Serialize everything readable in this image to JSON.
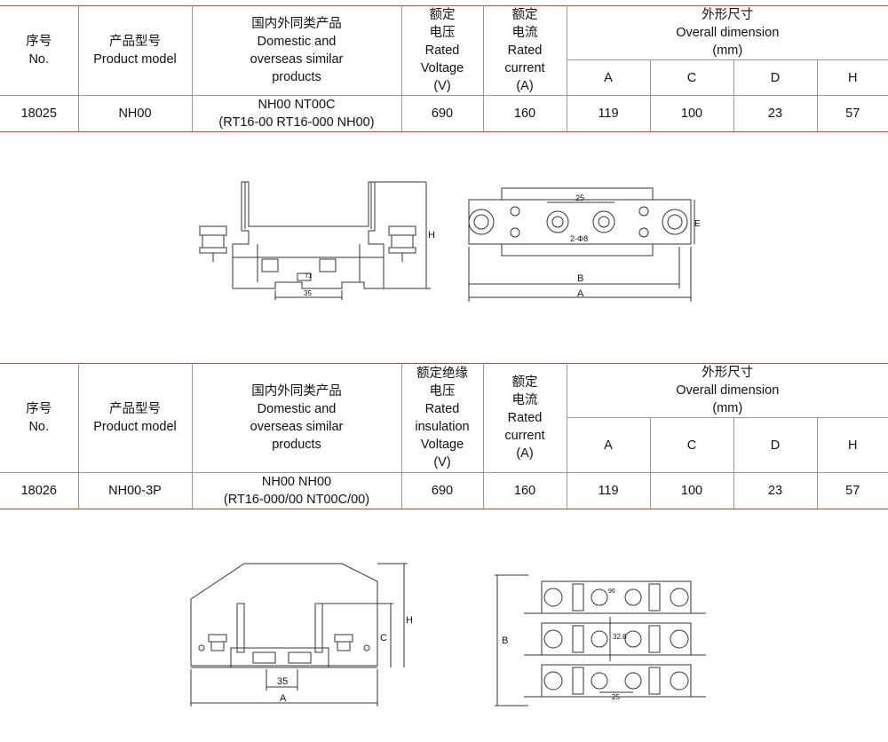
{
  "colors": {
    "rule": "#d1403a",
    "grid": "#9a9a9a",
    "line": "#333333"
  },
  "table1": {
    "headers": {
      "no": [
        "序号",
        "No."
      ],
      "model": [
        "产品型号",
        "Product model"
      ],
      "similar": [
        "国内外同类产品",
        "Domestic and",
        "overseas similar",
        "products"
      ],
      "voltage": [
        "额定",
        "电压",
        "Rated",
        "Voltage",
        "(V)"
      ],
      "current": [
        "额定",
        "电流",
        "Rated",
        "current",
        "(A)"
      ],
      "dimension": [
        "外形尺寸",
        "Overall dimension",
        "(mm)"
      ],
      "dims": [
        "A",
        "C",
        "D",
        "H"
      ]
    },
    "row": {
      "no": "18025",
      "model": "NH00",
      "similar": [
        "NH00 NT00C",
        "(RT16-00 RT16-000 NH00)"
      ],
      "voltage": "690",
      "current": "160",
      "a": "119",
      "c": "100",
      "d": "23",
      "h": "57"
    }
  },
  "table2": {
    "headers": {
      "no": [
        "序号",
        "No."
      ],
      "model": [
        "产品型号",
        "Product model"
      ],
      "similar": [
        "国内外同类产品",
        "Domestic and",
        "overseas similar",
        "products"
      ],
      "voltage": [
        "额定绝缘",
        "电压",
        "Rated",
        "insulation",
        "Voltage",
        "(V)"
      ],
      "current": [
        "额定",
        "电流",
        "Rated",
        "current",
        "(A)"
      ],
      "dimension": [
        "外形尺寸",
        "Overall dimension",
        "(mm)"
      ],
      "dims": [
        "A",
        "C",
        "D",
        "H"
      ]
    },
    "row": {
      "no": "18026",
      "model": "NH00-3P",
      "similar": [
        "NH00  NH00",
        "(RT16-000/00  NT00C/00)"
      ],
      "voltage": "690",
      "current": "160",
      "a": "119",
      "c": "100",
      "d": "23",
      "h": "57"
    }
  },
  "drawing1": {
    "side_labels": {
      "h": "H",
      "dim35": "35",
      "tag": "T1"
    },
    "top_labels": {
      "dim25": "25",
      "holes": "2-Φ8",
      "e": "E",
      "b": "B",
      "a": "A"
    }
  },
  "drawing2": {
    "side_labels": {
      "h": "H",
      "c": "C",
      "dim35": "35",
      "a": "A"
    },
    "top_labels": {
      "b": "B",
      "dim32": "32.8",
      "dim25": "25",
      "dim_r": "96"
    }
  }
}
